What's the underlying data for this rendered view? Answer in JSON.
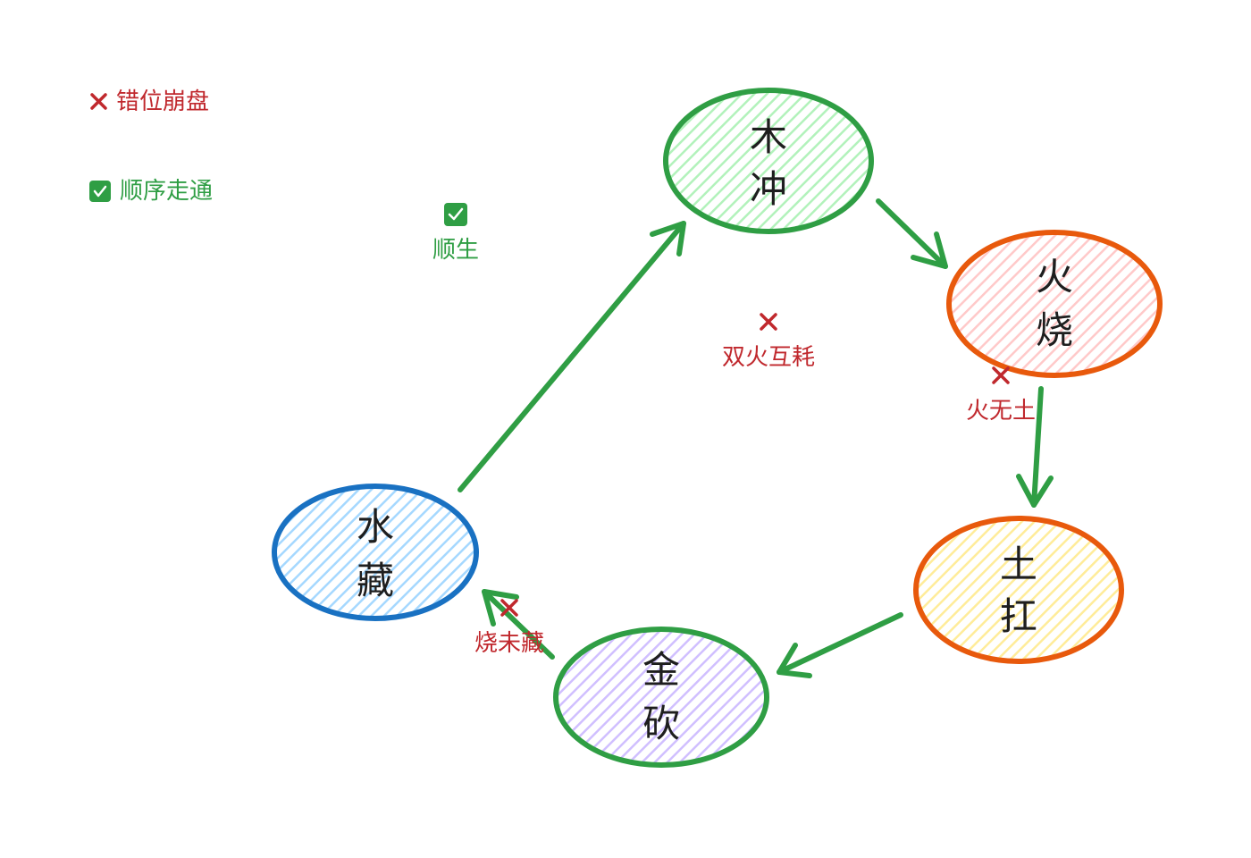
{
  "legend": {
    "fail_label": "错位崩盘",
    "pass_label": "顺序走通"
  },
  "colors": {
    "green": "#2f9e44",
    "red": "#c0282d",
    "orange": "#e8590c",
    "blue": "#1971c2"
  },
  "nodes": {
    "wood": {
      "line1": "木",
      "line2": "冲",
      "fill": "#b2f2bb",
      "stroke": "#2f9e44"
    },
    "fire": {
      "line1": "火",
      "line2": "烧",
      "fill": "#ffc9c9",
      "stroke": "#e8590c"
    },
    "earth": {
      "line1": "土",
      "line2": "扛",
      "fill": "#ffec99",
      "stroke": "#e8590c"
    },
    "metal": {
      "line1": "金",
      "line2": "砍",
      "fill": "#d0bfff",
      "stroke": "#2f9e44"
    },
    "water": {
      "line1": "水",
      "line2": "藏",
      "fill": "#a5d8ff",
      "stroke": "#1971c2"
    }
  },
  "annotations": {
    "shunsheng": "顺生",
    "double_fire": "双火互耗",
    "fire_no_earth": "火无土",
    "burn_not_hide": "烧未藏"
  }
}
